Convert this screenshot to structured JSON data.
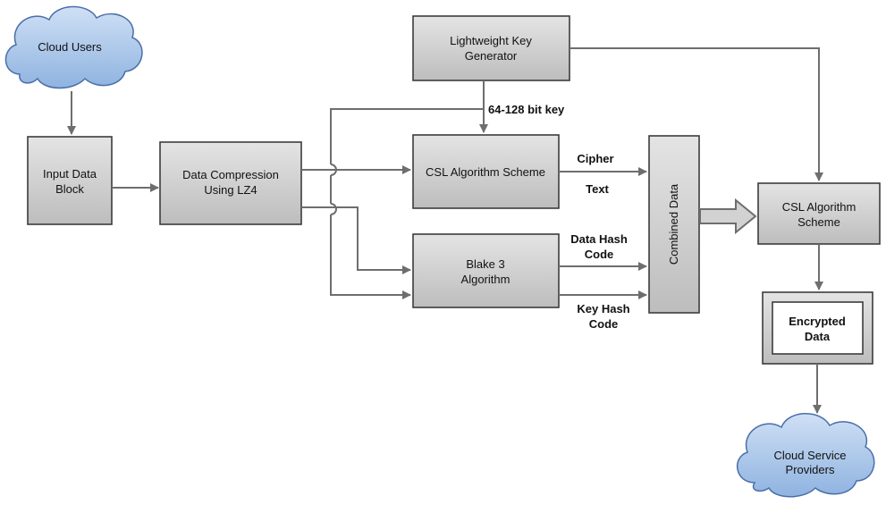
{
  "nodes": {
    "cloud_users": "Cloud Users",
    "input_block": [
      "Input Data",
      "Block"
    ],
    "compression": [
      "Data Compression",
      "Using LZ4"
    ],
    "key_generator": [
      "Lightweight Key",
      "Generator"
    ],
    "csl_scheme_1": "CSL Algorithm Scheme",
    "blake3": [
      "Blake 3",
      "Algorithm"
    ],
    "combined_data": "Combined Data",
    "csl_scheme_2": [
      "CSL Algorithm",
      "Scheme"
    ],
    "encrypted_data": [
      "Encrypted",
      "Data"
    ],
    "cloud_providers": [
      "Cloud Service",
      "Providers"
    ]
  },
  "labels": {
    "key_size": "64-128 bit key",
    "cipher_text": [
      "Cipher",
      "Text"
    ],
    "data_hash": [
      "Data Hash",
      "Code"
    ],
    "key_hash": [
      "Key Hash",
      "Code"
    ]
  },
  "colors": {
    "box_fill_top": "#e4e4e4",
    "box_fill_bottom": "#bdbdbd",
    "cloud_fill_top": "#cfe0f5",
    "cloud_fill_bottom": "#8fb3e0",
    "line": "#6e6e6e"
  }
}
